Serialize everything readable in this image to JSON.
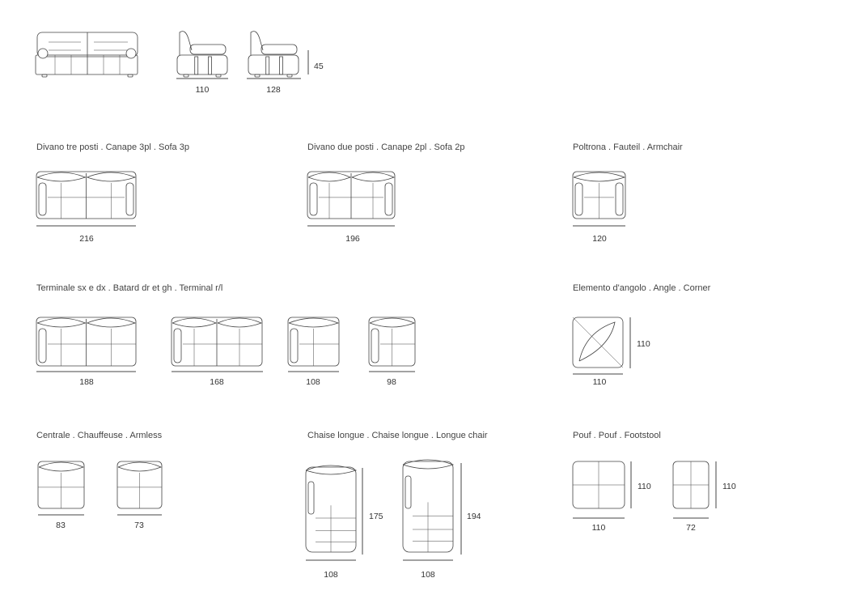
{
  "top_views": {
    "side_a_width": "110",
    "side_b_width": "128",
    "height": "45"
  },
  "sections": {
    "sofa3": {
      "title": "Divano tre posti  .  Canape 3pl  .  Sofa 3p",
      "width": "216"
    },
    "sofa2": {
      "title": "Divano due posti  .  Canape 2pl  .  Sofa 2p",
      "width": "196"
    },
    "armchair": {
      "title": "Poltrona .  Fauteil  .  Armchair",
      "width": "120"
    },
    "terminal": {
      "title": "Terminale sx e dx  .  Batard dr et gh  .  Terminal r/l",
      "widths": [
        "188",
        "168",
        "108",
        "98"
      ]
    },
    "corner": {
      "title": "Elemento d'angolo  .  Angle  .  Corner",
      "width": "110",
      "depth": "110"
    },
    "armless": {
      "title": "Centrale  .  Chauffeuse  .  Armless",
      "widths": [
        "83",
        "73"
      ]
    },
    "chaise": {
      "title": "Chaise longue  .  Chaise longue   .  Longue chair",
      "widths": [
        "108",
        "108"
      ],
      "lengths": [
        "175",
        "194"
      ]
    },
    "pouf": {
      "title": "Pouf .  Pouf  .  Footstool",
      "widths": [
        "110",
        "72"
      ],
      "depths": [
        "110",
        "110"
      ]
    }
  }
}
